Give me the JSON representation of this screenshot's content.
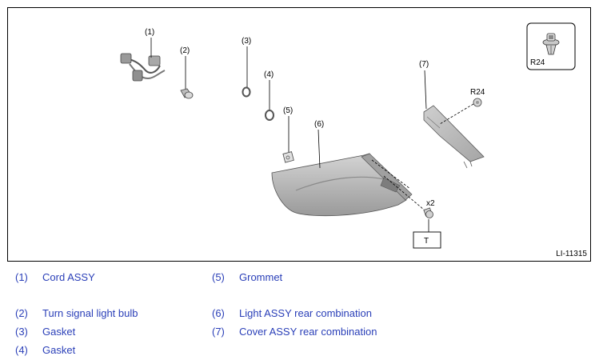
{
  "figure": {
    "id": "LI-11315",
    "callouts": {
      "c1": "(1)",
      "c2": "(2)",
      "c3": "(3)",
      "c4": "(4)",
      "c5": "(5)",
      "c6": "(6)",
      "c7": "(7)"
    },
    "torque_r24": "R24",
    "torque_t": "T",
    "qty": "x2",
    "inset_label": "R24"
  },
  "legend": [
    {
      "num": "(1)",
      "name": "Cord ASSY"
    },
    {
      "num": "(2)",
      "name": "Turn signal light bulb"
    },
    {
      "num": "(3)",
      "name": "Gasket"
    },
    {
      "num": "(4)",
      "name": "Gasket"
    },
    {
      "num": "(5)",
      "name": "Grommet"
    },
    {
      "num": "(6)",
      "name": "Light ASSY rear combination"
    },
    {
      "num": "(7)",
      "name": "Cover ASSY rear combination"
    }
  ],
  "colors": {
    "legend_text": "#2a3fb8",
    "part_fill": "#bdbdbd",
    "part_dark": "#8f8f8f"
  }
}
